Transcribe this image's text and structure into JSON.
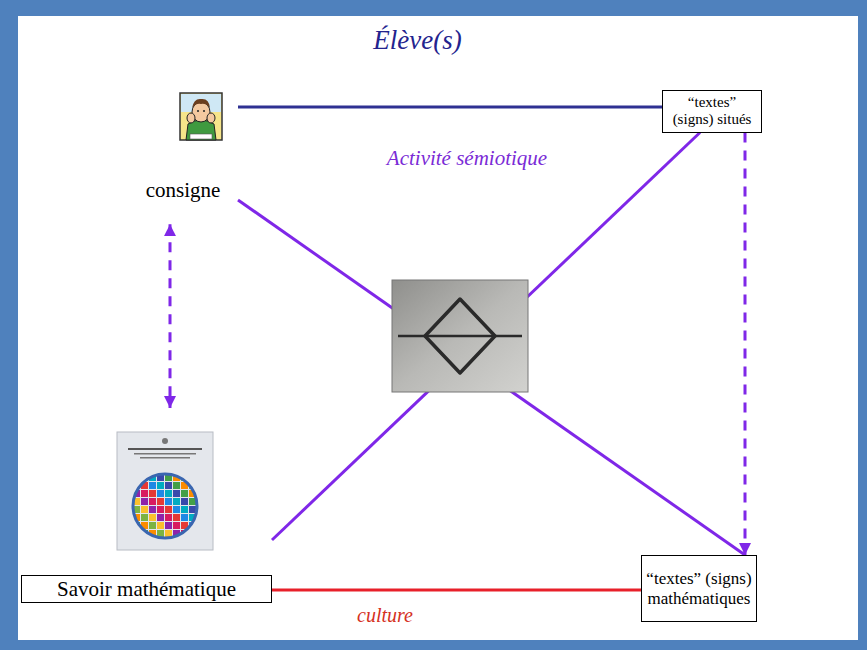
{
  "diagram": {
    "title": "Élève(s)",
    "nodes": [
      {
        "text": [
          "consigne"
        ]
      },
      {
        "text": [
          "“textes” (signs) situés"
        ]
      },
      {
        "text": [
          "Savoir mathématique"
        ]
      },
      {
        "text": [
          "“textes” (signs) mathématiques"
        ]
      }
    ],
    "edges": [
      {
        "from": 0,
        "to": 1,
        "arrow": "none"
      },
      {
        "from": 1,
        "to": 3,
        "arrow": "to"
      },
      {
        "from": 0,
        "to": 2,
        "arrow": "both"
      },
      {
        "from": 2,
        "to": 3,
        "label": "culture",
        "arrow": "none"
      },
      {
        "from": 0,
        "to": 3,
        "arrow": "none"
      },
      {
        "from": 2,
        "to": 1,
        "arrow": "none"
      }
    ],
    "labels": [
      "Activité sémiotique"
    ]
  }
}
